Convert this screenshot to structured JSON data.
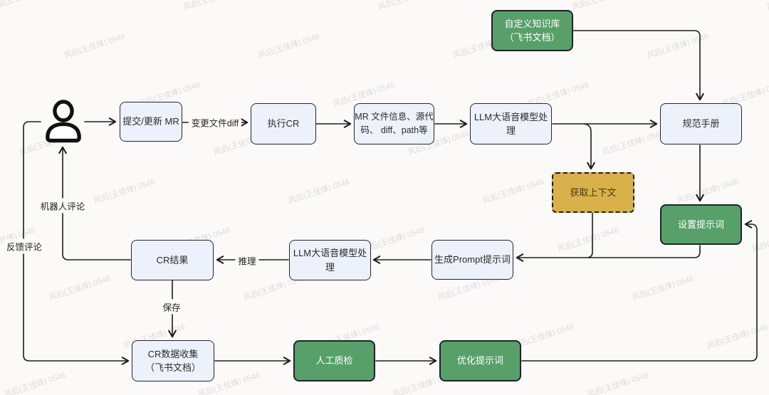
{
  "watermark": {
    "text": "风后(王佳烽) 0546"
  },
  "nodes": {
    "knowledge_base": {
      "label": "自定义知识库\n（飞书文档）"
    },
    "submit_mr": {
      "label": "提交/更新 MR"
    },
    "execute_cr": {
      "label": "执行CR"
    },
    "mr_file_info": {
      "label": "MR 文件信息、源代\n码、 diff、path等"
    },
    "llm_process_1": {
      "label": "LLM大语音模型处理"
    },
    "spec_manual": {
      "label": "规范手册"
    },
    "get_context": {
      "label": "获取上下文"
    },
    "set_prompt": {
      "label": "设置提示词"
    },
    "gen_prompt": {
      "label": "生成Prompt提示词"
    },
    "llm_process_2": {
      "label": "LLM大语音模型处理"
    },
    "cr_result": {
      "label": "CR结果"
    },
    "cr_data_collect": {
      "label": "CR数据收集\n（飞书文档）"
    },
    "manual_qc": {
      "label": "人工质检"
    },
    "optimize_prompt": {
      "label": "优化提示词"
    }
  },
  "edge_labels": {
    "diff": "变更文件diff",
    "inference": "推理",
    "save": "保存",
    "bot_comment": "机器人评论",
    "feedback_comment": "反馈评论"
  },
  "colors": {
    "green": "#58a069",
    "light_box": "#edf1fb",
    "yellow": "#d8b14a",
    "line": "#1c1c1c",
    "background": "#fbfaf8"
  }
}
